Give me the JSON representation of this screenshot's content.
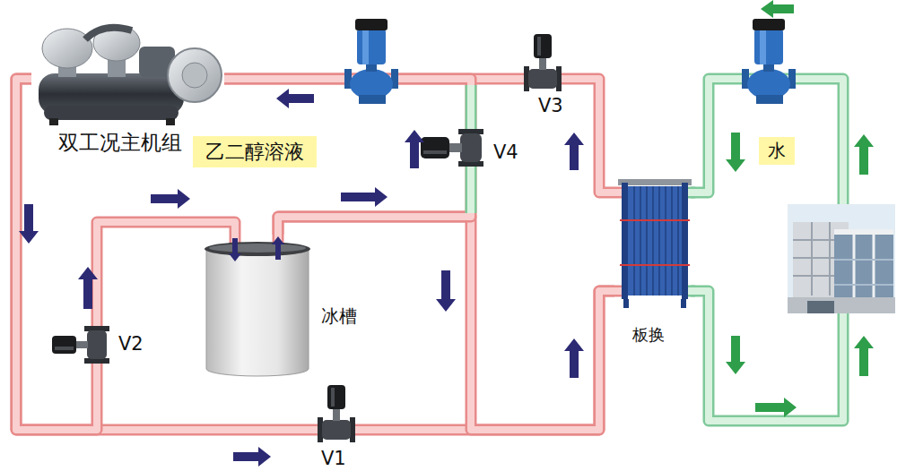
{
  "diagram": {
    "nodes": [
      {
        "text": [
          "双工况主机组"
        ]
      },
      {
        "text": [
          "冰槽"
        ]
      },
      {
        "text": [
          "板换"
        ]
      }
    ],
    "edges": [
      {
        "from": 0,
        "to": 2,
        "arrow": "none"
      },
      {
        "from": 2,
        "to": 0,
        "arrow": "none"
      },
      {
        "from": 0,
        "to": 1,
        "arrow": "none"
      },
      {
        "from": 1,
        "to": 2,
        "arrow": "none"
      },
      {
        "from": 1,
        "to": 0,
        "arrow": "none"
      }
    ],
    "labels": [
      "V3",
      "乙二醇溶液",
      "V4",
      "水",
      "V2",
      "V1"
    ]
  }
}
